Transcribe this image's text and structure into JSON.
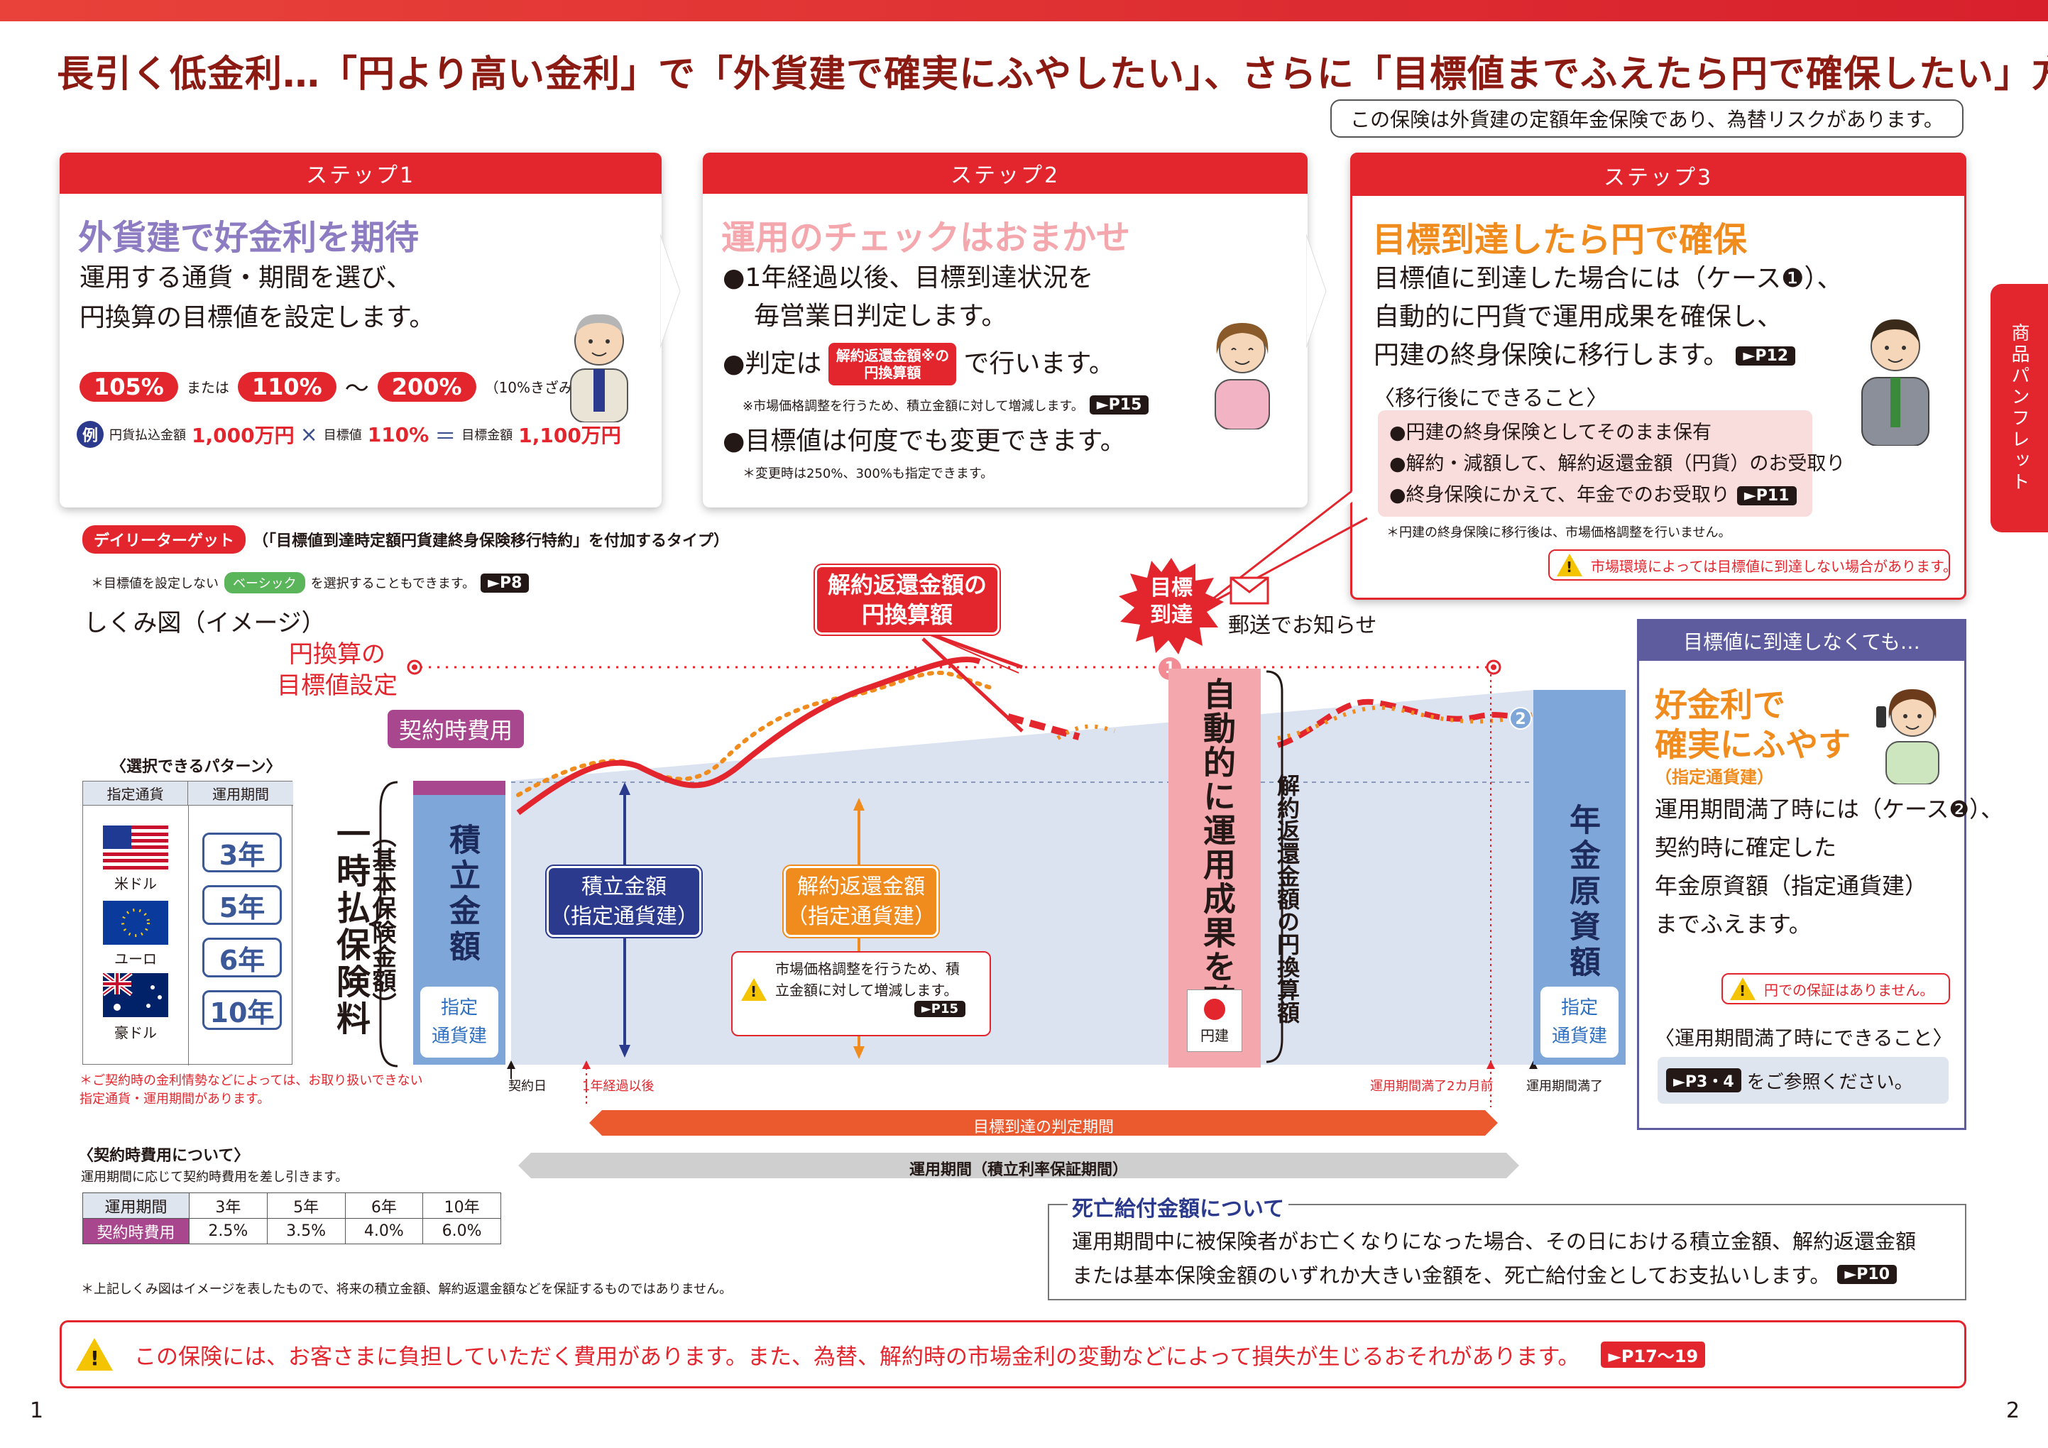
{
  "headline": "長引く低金利…「円より高い金利」で「外貨建で確実にふやしたい」、さらに「目標値までふえたら円で確保したい」方へ",
  "notice": "この保険は外貨建の定額年金保険であり、為替リスクがあります。",
  "side_tab": "商品パンフレット",
  "step1": {
    "header": "ステップ1",
    "title": "外貨建で好金利を期待",
    "lines": [
      "運用する通貨・期間を選び、",
      "円換算の目標値を設定します。"
    ],
    "pct_a": "105%",
    "or": "または",
    "pct_b": "110%",
    "tilde": "〜",
    "pct_c": "200%",
    "step_note": "（10%きざみ）",
    "ex_badge": "例",
    "ex_label1": "円貨払込金額",
    "ex_val1": "1,000万円",
    "ex_times": "×",
    "ex_label2": "目標値",
    "ex_val2": "110%",
    "ex_eq": "＝",
    "ex_label3": "目標金額",
    "ex_val3": "1,100万円"
  },
  "step2": {
    "header": "ステップ2",
    "title": "運用のチェックはおまかせ",
    "line1": "●1年経過以後、目標到達状況を",
    "line2": "毎営業日判定します。",
    "line3_pre": "●判定は",
    "line3_badge": "解約返還金額※の円換算額",
    "line3_post": "で行います。",
    "note1": "※市場価格調整を行うため、積立金額に対して増減します。",
    "ref1": "►P15",
    "line4": "●目標値は何度でも変更できます。",
    "note2": "＊変更時は250%、300%も指定できます。"
  },
  "step3": {
    "header": "ステップ3",
    "title": "目標到達したら円で確保",
    "line1": "目標値に到達した場合には（ケース❶）、",
    "line2": "自動的に円貨で運用成果を確保し、",
    "line3": "円建の終身保険に移行します。",
    "ref": "►P12",
    "sub": "〈移行後にできること〉",
    "items": [
      "●円建の終身保険としてそのまま保有",
      "●解約・減額して、解約返還金額（円貨）のお受取り",
      "●終身保険にかえて、年金でのお受取り"
    ],
    "item_ref": "►P11",
    "note": "＊円建の終身保険に移行後は、市場価格調整を行いません。",
    "warn": "市場環境によっては目標値に到達しない場合があります。"
  },
  "daily": {
    "badge": "デイリーターゲット",
    "desc": "（「目標値到達時定額円貨建終身保険移行特約」を付加するタイプ）",
    "note_pre": "＊目標値を設定しない",
    "basic": "ベーシック",
    "note_post": "を選択することもできます。",
    "ref": "►P8"
  },
  "diagram": {
    "title": "しくみ図（イメージ）",
    "target_label": "円換算の\n目標値設定",
    "fee_badge": "契約時費用",
    "pattern_title": "〈選択できるパターン〉",
    "col1": "指定通貨",
    "col2": "運用期間",
    "currencies": [
      "米ドル",
      "ユーロ",
      "豪ドル"
    ],
    "years": [
      "3年",
      "5年",
      "6年",
      "10年"
    ],
    "premium_label": "一時払保険料",
    "premium_sub": "（基本保険金額）",
    "accum_bar": "積立金額",
    "currency_tag": "指定\n通貨建",
    "accum_box": "積立金額\n（指定通貨建）",
    "surrender_box": "解約返還金額\n（指定通貨建）",
    "mva_warn": "市場価格調整を行うため、積立金額に対して増減します。",
    "mva_ref": "►P15",
    "callout": "解約返還金額の\n円換算額",
    "target_burst": "目標\n到達",
    "mail": "郵送でお知らせ",
    "auto_secure": "自動的に運用成果を確保",
    "yen_label": "円建",
    "surrender_yen": "解約返還金額の円換算額",
    "case1": "1",
    "case2": "2",
    "pension_bar": "年金原資額",
    "pension_tag": "指定\n通貨建",
    "x_start": "契約日",
    "x_1yr": "1年経過以後",
    "x_2m": "運用期間満了2カ月前",
    "x_end": "運用期間満了",
    "band1": "目標到達の判定期間",
    "band2": "運用期間（積立利率保証期間）",
    "avail_note": "＊ご契約時の金利情勢などによっては、お取り扱いできない\n指定通貨・運用期間があります。"
  },
  "not_reached": {
    "header": "目標値に到達しなくても…",
    "title1": "好金利で",
    "title2": "確実にふやす",
    "sub": "（指定通貨建）",
    "lines": [
      "運用期間満了時には（ケース❷）、",
      "契約時に確定した",
      "年金原資額（指定通貨建）",
      "までふえます。"
    ],
    "warn": "円での保証はありません。",
    "can_do": "〈運用期間満了時にできること〉",
    "ref": "►P3・4",
    "ref_post": "をご参照ください。"
  },
  "fees": {
    "title": "〈契約時費用について〉",
    "desc": "運用期間に応じて契約時費用を差し引きます。",
    "row1_label": "運用期間",
    "periods": [
      "3年",
      "5年",
      "6年",
      "10年"
    ],
    "row2_label": "契約時費用",
    "rates": [
      "2.5%",
      "3.5%",
      "4.0%",
      "6.0%"
    ]
  },
  "disclaimer": "＊上記しくみ図はイメージを表したもので、将来の積立金額、解約返還金額などを保証するものではありません。",
  "death": {
    "title": "死亡給付金額について",
    "line1": "運用期間中に被保険者がお亡くなりになった場合、その日における積立金額、解約返還金額",
    "line2": "または基本保険金額のいずれか大きい金額を、死亡給付金としてお支払いします。",
    "ref": "►P10"
  },
  "bottom_warn": "この保険には、お客さまに負担していただく費用があります。また、為替、解約時の市場金利の変動などによって損失が生じるおそれがあります。",
  "bottom_ref": "►P17〜19",
  "page_left": "1",
  "page_right": "2",
  "colors": {
    "red": "#e3252d",
    "purple": "#8e7cc3",
    "orange": "#f08c1e",
    "blue_bar": "#7fa6d8",
    "navy": "#3b4f8f",
    "pink": "#f4a7ad"
  }
}
